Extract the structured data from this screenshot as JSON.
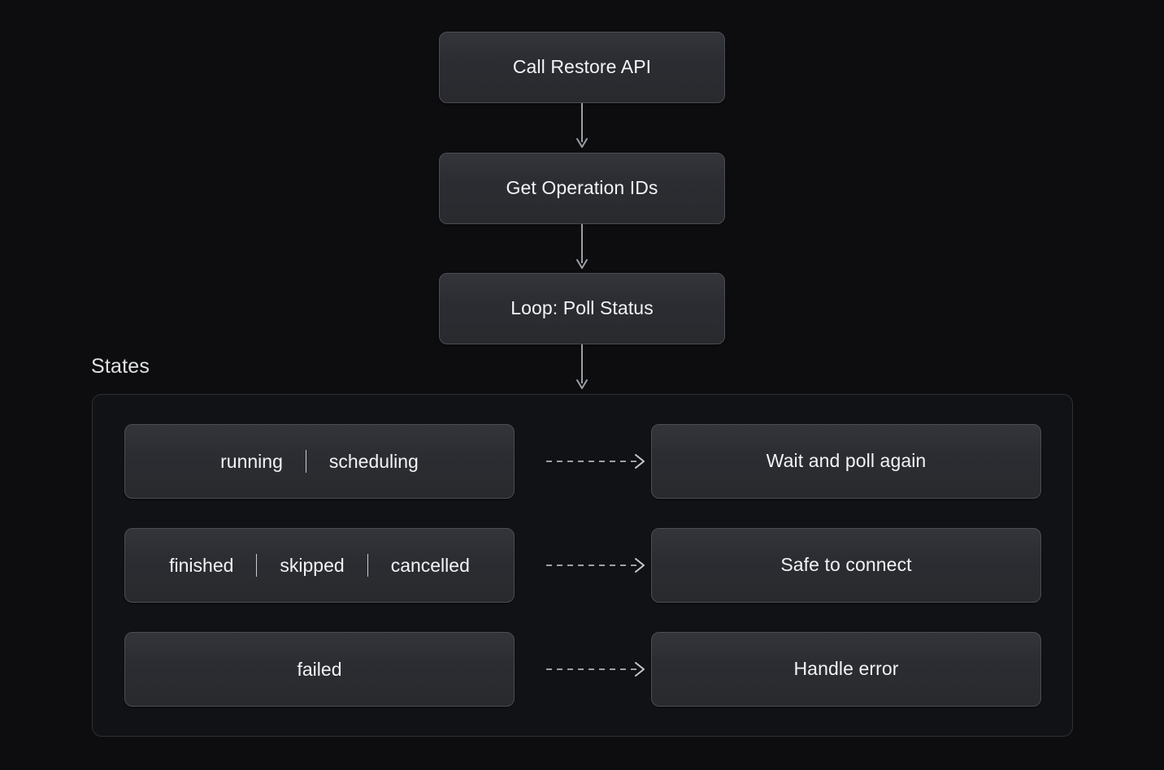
{
  "diagram": {
    "flow": [
      {
        "id": "call-restore-api",
        "label": "Call Restore API"
      },
      {
        "id": "get-operation-ids",
        "label": "Get Operation IDs"
      },
      {
        "id": "loop-poll-status",
        "label": "Loop: Poll Status"
      }
    ],
    "states_group": {
      "label": "States",
      "rows": [
        {
          "source_tokens": [
            "running",
            "scheduling"
          ],
          "target": "Wait and poll again"
        },
        {
          "source_tokens": [
            "finished",
            "skipped",
            "cancelled"
          ],
          "target": "Safe to connect"
        },
        {
          "source_tokens": [
            "failed"
          ],
          "target": "Handle error"
        }
      ]
    },
    "colors": {
      "background": "#0d0d0f",
      "node_fill": "#2b2d32",
      "node_border": "#4a4d53",
      "group_border": "#2e3035",
      "group_fill": "#111215",
      "text": "#f2f3f5",
      "arrow": "#9aa0a6"
    }
  }
}
